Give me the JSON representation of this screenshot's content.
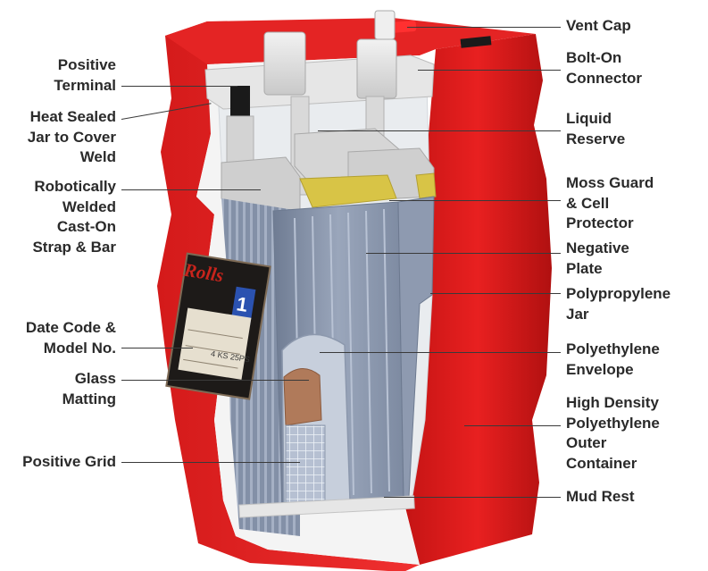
{
  "diagram": {
    "left_labels": [
      {
        "id": "positive-terminal",
        "text": "Positive\nTerminal"
      },
      {
        "id": "heat-sealed",
        "text": "Heat Sealed\nJar to Cover\nWeld"
      },
      {
        "id": "cast-on-strap",
        "text": "Robotically\nWelded\nCast-On\nStrap & Bar"
      },
      {
        "id": "date-code",
        "text": "Date Code &\nModel No."
      },
      {
        "id": "glass-matting",
        "text": "Glass\nMatting"
      },
      {
        "id": "positive-grid",
        "text": "Positive Grid"
      }
    ],
    "right_labels": [
      {
        "id": "vent-cap",
        "text": "Vent Cap"
      },
      {
        "id": "bolt-on-connector",
        "text": "Bolt-On\nConnector"
      },
      {
        "id": "liquid-reserve",
        "text": "Liquid\nReserve"
      },
      {
        "id": "moss-guard",
        "text": "Moss Guard\n& Cell\nProtector"
      },
      {
        "id": "negative-plate",
        "text": "Negative\nPlate"
      },
      {
        "id": "polypropylene-jar",
        "text": "Polypropylene\nJar"
      },
      {
        "id": "polyethylene-envelope",
        "text": "Polyethylene\nEnvelope"
      },
      {
        "id": "outer-container",
        "text": "High Density\nPolyethylene\nOuter\nContainer"
      },
      {
        "id": "mud-rest",
        "text": "Mud Rest"
      }
    ],
    "brand_label": "Rolls",
    "model_badge": "1",
    "model_text": "4 KS 25PS",
    "colors": {
      "container": "#e01a1a",
      "container_dark": "#a81010",
      "plate": "#8a97ad",
      "grid": "#b9c3d6",
      "envelope": "#c7cfdc",
      "moss_guard": "#d8c446",
      "copper": "#b07a5a"
    }
  }
}
